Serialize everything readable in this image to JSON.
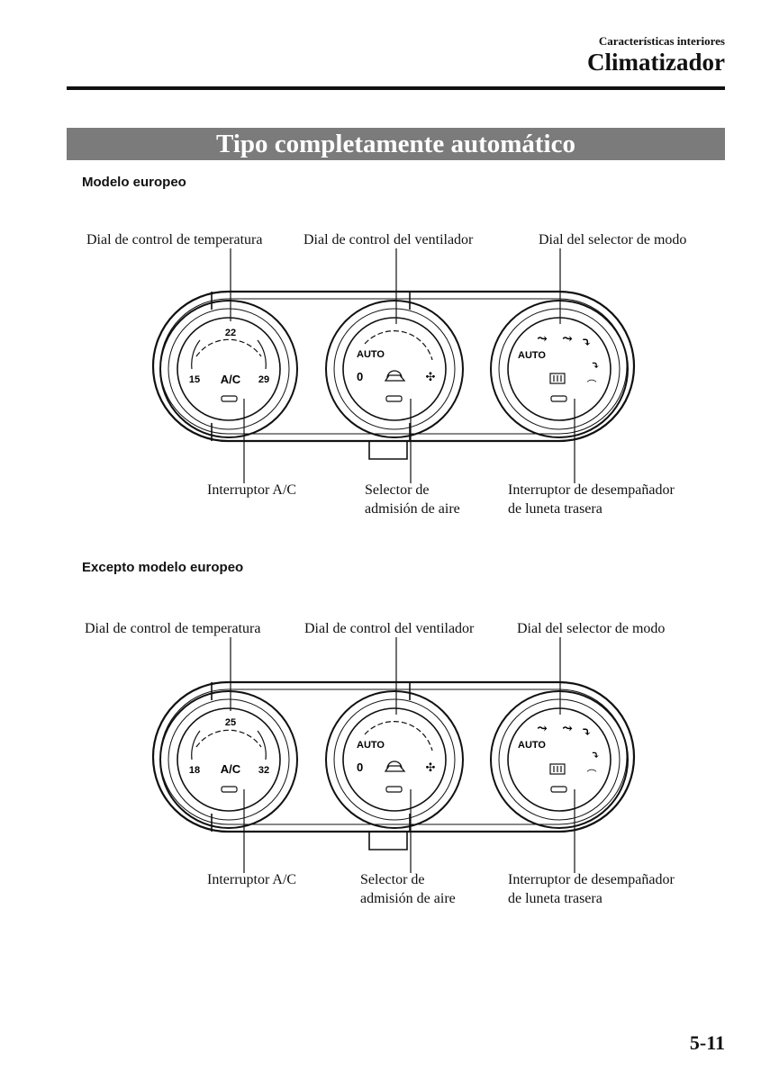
{
  "header": {
    "section": "Características interiores",
    "title": "Climatizador"
  },
  "banner": "Tipo completamente automático",
  "panels": [
    {
      "heading": "Modelo europeo",
      "temp_dial": {
        "center": "22",
        "min": "15",
        "max": "29",
        "button": "A/C"
      },
      "fan_dial": {
        "auto": "AUTO",
        "zero": "0"
      },
      "mode_dial": {
        "auto": "AUTO"
      },
      "labels": {
        "temp": "Dial de control de temperatura",
        "fan": "Dial de control del ventilador",
        "mode": "Dial del selector de modo",
        "ac": "Interruptor A/C",
        "intake": [
          "Selector de",
          "admisión de aire"
        ],
        "defog": [
          "Interruptor de desempañador",
          "de luneta trasera"
        ]
      }
    },
    {
      "heading": "Excepto modelo europeo",
      "temp_dial": {
        "center": "25",
        "min": "18",
        "max": "32",
        "button": "A/C"
      },
      "fan_dial": {
        "auto": "AUTO",
        "zero": "0"
      },
      "mode_dial": {
        "auto": "AUTO"
      },
      "labels": {
        "temp": "Dial de control de temperatura",
        "fan": "Dial de control del ventilador",
        "mode": "Dial del selector de modo",
        "ac": "Interruptor A/C",
        "intake": [
          "Selector de",
          "admisión de aire"
        ],
        "defog": [
          "Interruptor de desempañador",
          "de luneta trasera"
        ]
      }
    }
  ],
  "page_number": "5-11",
  "icons": [
    "car-recirculation-icon",
    "fan-icon",
    "face-vent-icon",
    "bilevel-vent-icon",
    "floor-vent-icon",
    "floor-defrost-icon",
    "windshield-defrost-icon",
    "rear-defogger-icon"
  ]
}
